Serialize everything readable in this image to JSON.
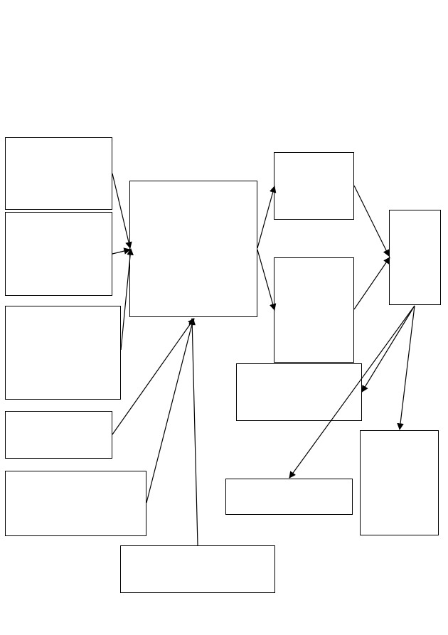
{
  "diagram": {
    "stroke_color": "#000000",
    "fill_color": "#ffffff",
    "boxes": [
      {
        "name": "input-box-1",
        "label": ""
      },
      {
        "name": "input-box-2",
        "label": ""
      },
      {
        "name": "input-box-3",
        "label": ""
      },
      {
        "name": "input-box-4",
        "label": ""
      },
      {
        "name": "input-box-5",
        "label": ""
      },
      {
        "name": "input-box-bottom",
        "label": ""
      },
      {
        "name": "central-box",
        "label": ""
      },
      {
        "name": "upper-branch-box",
        "label": ""
      },
      {
        "name": "lower-branch-box",
        "label": ""
      },
      {
        "name": "merge-box",
        "label": ""
      },
      {
        "name": "output-box-middle",
        "label": ""
      },
      {
        "name": "output-box-lower",
        "label": ""
      },
      {
        "name": "output-box-right",
        "label": ""
      }
    ],
    "connections": [
      {
        "from": "input-box-1",
        "to": "central-box"
      },
      {
        "from": "input-box-2",
        "to": "central-box"
      },
      {
        "from": "input-box-3",
        "to": "central-box"
      },
      {
        "from": "input-box-4",
        "to": "central-box"
      },
      {
        "from": "input-box-5",
        "to": "central-box"
      },
      {
        "from": "input-box-bottom",
        "to": "central-box"
      },
      {
        "from": "central-box",
        "to": "upper-branch-box"
      },
      {
        "from": "central-box",
        "to": "lower-branch-box"
      },
      {
        "from": "upper-branch-box",
        "to": "merge-box"
      },
      {
        "from": "lower-branch-box",
        "to": "merge-box"
      },
      {
        "from": "merge-box",
        "to": "output-box-middle"
      },
      {
        "from": "merge-box",
        "to": "output-box-lower"
      },
      {
        "from": "merge-box",
        "to": "output-box-right"
      }
    ]
  }
}
